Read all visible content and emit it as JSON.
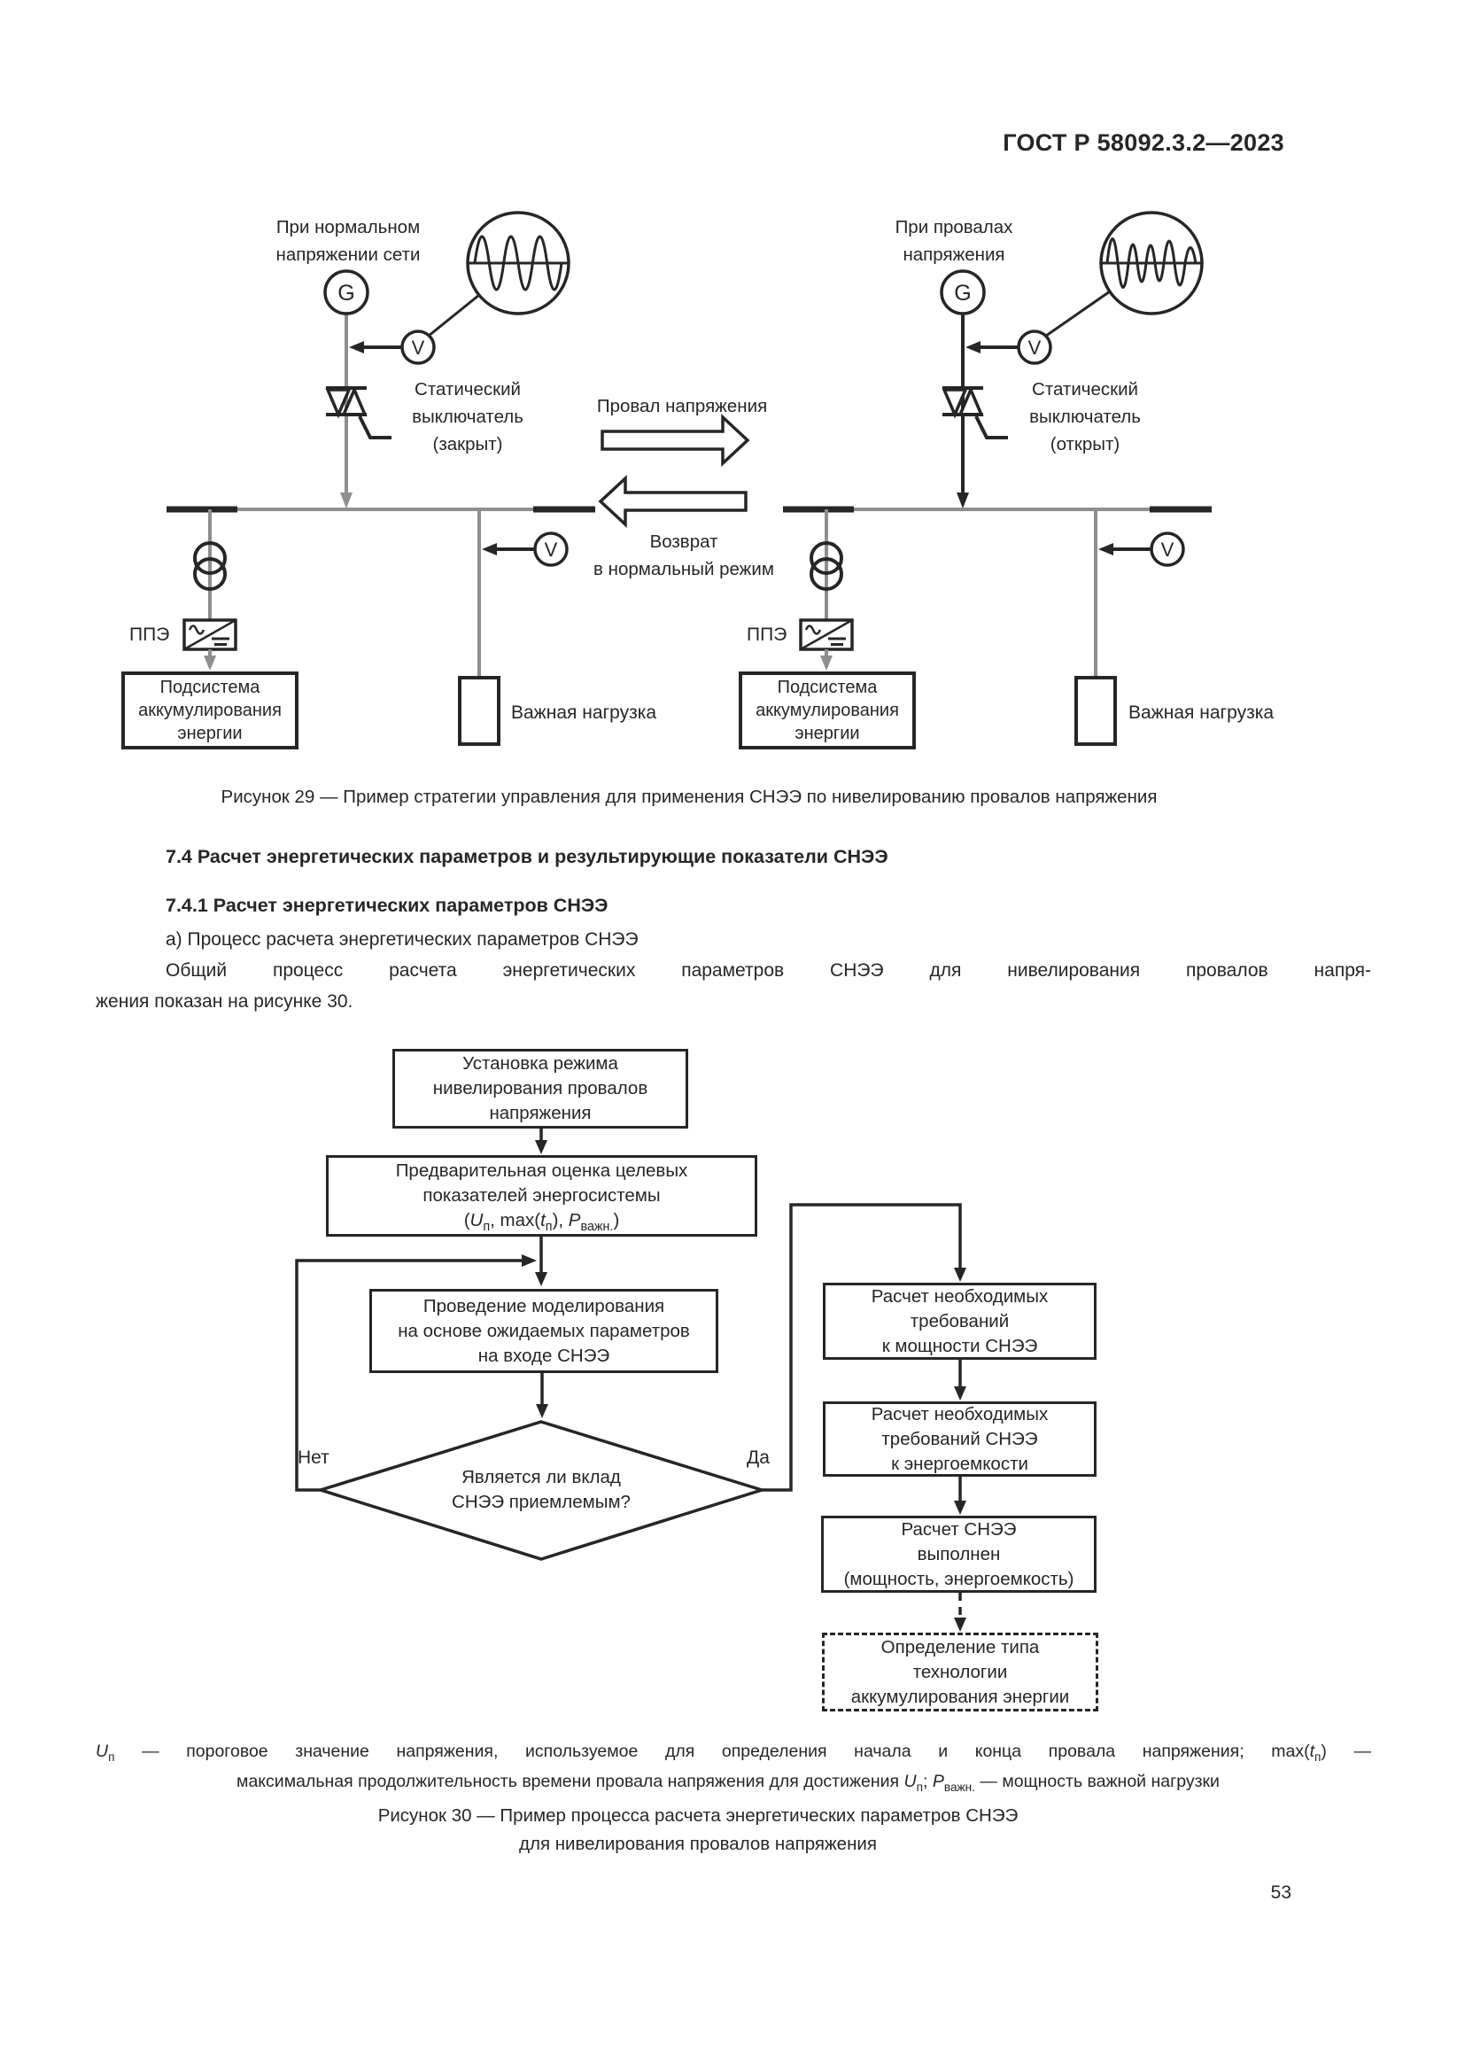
{
  "page": {
    "number": "53"
  },
  "header": {
    "title": "ГОСТ Р 58092.3.2—2023"
  },
  "colors": {
    "ink": "#262626",
    "gray_line": "#8e8e8e",
    "paper": "#ffffff"
  },
  "fig29": {
    "caption": "Рисунок 29 — Пример стратегии управления для применения СНЭЭ по нивелированию провалов напряжения",
    "generator_letter": "G",
    "voltmeter_letter": "V",
    "left": {
      "title": [
        "При нормальном",
        "напряжении сети"
      ],
      "switch_label": [
        "Статический",
        "выключатель",
        "(закрыт)"
      ],
      "converter_label": "ППЭ",
      "subsystem": [
        "Подсистема",
        "аккумулирования",
        "энергии"
      ],
      "load_label": "Важная нагрузка"
    },
    "right": {
      "title": [
        "При провалах",
        "напряжения"
      ],
      "switch_label": [
        "Статический",
        "выключатель",
        "(открыт)"
      ],
      "converter_label": "ППЭ",
      "subsystem": [
        "Подсистема",
        "аккумулирования",
        "энергии"
      ],
      "load_label": "Важная нагрузка"
    },
    "middle": {
      "dip_label": "Провал напряжения",
      "return_label": [
        "Возврат",
        "в нормальный режим"
      ]
    }
  },
  "section": {
    "h74": "7.4 Расчет энергетических параметров и результирующие показатели СНЭЭ",
    "h741": "7.4.1 Расчет энергетических параметров СНЭЭ",
    "item_a": "а) Процесс расчета энергетических параметров СНЭЭ",
    "para_line1": "Общий процесс расчета энергетических параметров СНЭЭ для нивелирования провалов напря-",
    "para_line2": "жения показан на рисунке 30."
  },
  "fig30": {
    "caption": [
      "Рисунок 30 — Пример процесса расчета энергетических параметров СНЭЭ",
      "для нивелирования провалов напряжения"
    ],
    "box1": [
      "Установка режима",
      "нивелирования провалов",
      "напряжения"
    ],
    "box2": [
      "Предварительная оценка целевых",
      "показателей энергосистемы"
    ],
    "box2_formula": [
      {
        "t": "("
      },
      {
        "t": "U",
        "it": true
      },
      {
        "t": "п",
        "sub": true
      },
      {
        "t": ", max("
      },
      {
        "t": "t",
        "it": true
      },
      {
        "t": "п",
        "sub": true
      },
      {
        "t": "), "
      },
      {
        "t": "P",
        "it": true
      },
      {
        "t": "важн.",
        "sub": true
      },
      {
        "t": ")"
      }
    ],
    "box3": [
      "Проведение моделирования",
      "на основе ожидаемых параметров",
      "на входе СНЭЭ"
    ],
    "decision": [
      "Является ли вклад",
      "СНЭЭ приемлемым?"
    ],
    "label_no": "Нет",
    "label_yes": "Да",
    "boxR1": [
      "Расчет необходимых",
      "требований",
      "к мощности СНЭЭ"
    ],
    "boxR2": [
      "Расчет необходимых",
      "требований СНЭЭ",
      "к энергоемкости"
    ],
    "boxR3": [
      "Расчет СНЭЭ",
      "выполнен",
      "(мощность, энергоемкость)"
    ],
    "boxR4": [
      "Определение типа",
      "технологии",
      "аккумулирования энергии"
    ],
    "footnote_line1": [
      {
        "t": "U",
        "it": true
      },
      {
        "t": "п",
        "sub": true
      },
      {
        "t": " — пороговое значение напряжения, используемое для определения начала и конца провала напряжения; max("
      },
      {
        "t": "t",
        "it": true
      },
      {
        "t": "п",
        "sub": true
      },
      {
        "t": ") —"
      }
    ],
    "footnote_line2": [
      {
        "t": "максимальная продолжительность времени провала напряжения для достижения "
      },
      {
        "t": "U",
        "it": true
      },
      {
        "t": "п",
        "sub": true
      },
      {
        "t": "; "
      },
      {
        "t": "P",
        "it": true
      },
      {
        "t": "важн.",
        "sub": true
      },
      {
        "t": " — мощность важной нагрузки"
      }
    ]
  }
}
